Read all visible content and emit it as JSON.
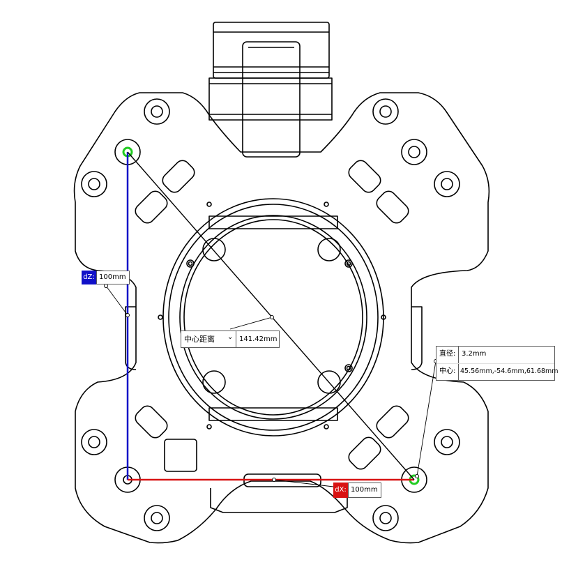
{
  "measurements": {
    "dz": {
      "label": "dZ:",
      "value": "100mm",
      "color": "#1010c8"
    },
    "dx": {
      "label": "dX:",
      "value": "100mm",
      "color": "#d81212"
    },
    "center_distance": {
      "label": "中心距离",
      "value": "141.42mm",
      "dropdown_icon": "chevron-down-icon"
    },
    "hole_info": {
      "diameter_label": "直径:",
      "diameter_value": "3.2mm",
      "center_label": "中心:",
      "center_value": "45.56mm,-54.6mm,61.68mm"
    }
  },
  "colors": {
    "outline": "#000000",
    "dz_line": "#1010c8",
    "dx_line": "#d81212",
    "selected_hole": "#22cc22"
  }
}
